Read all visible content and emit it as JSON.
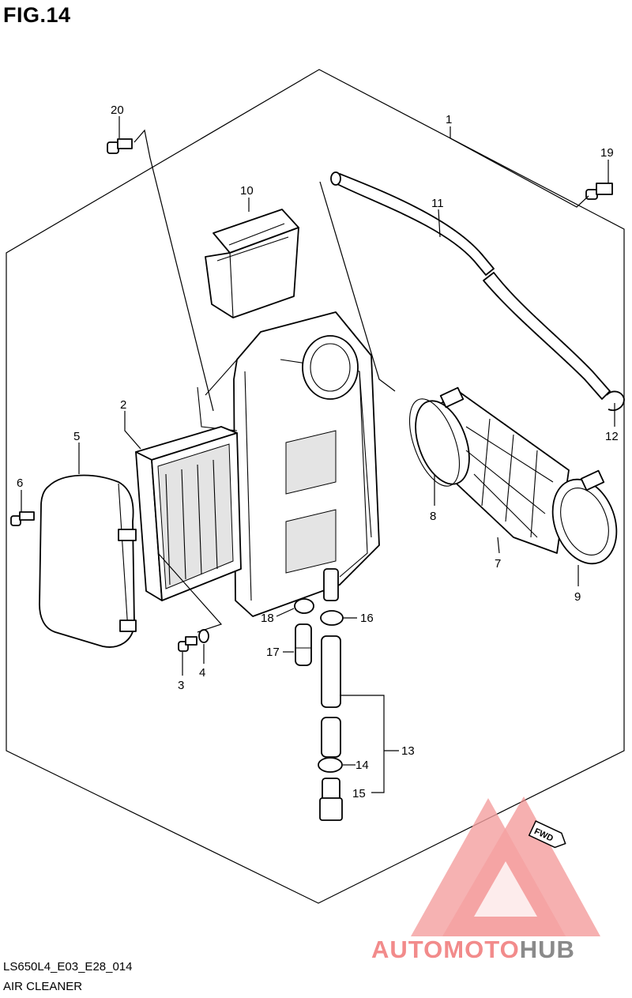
{
  "figure": {
    "title": "FIG.14",
    "drawing_code": "LS650L4_E03_E28_014",
    "assembly_name": "AIR CLEANER"
  },
  "callouts": [
    "1",
    "2",
    "3",
    "4",
    "5",
    "6",
    "7",
    "8",
    "9",
    "10",
    "11",
    "12",
    "13",
    "14",
    "15",
    "16",
    "17",
    "18",
    "19",
    "20"
  ],
  "direction_tag": "FWD",
  "watermark": {
    "part1": "AUTOMOTO",
    "part2": "HUB",
    "color_primary": "#f28b8b",
    "color_secondary": "#8a8a8a"
  }
}
